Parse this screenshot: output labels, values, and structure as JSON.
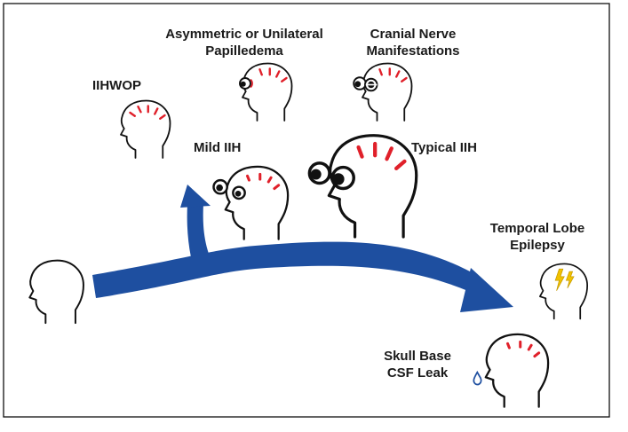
{
  "labels": {
    "iihwop": "IIHWOP",
    "asym_line1": "Asymmetric or Unilateral",
    "asym_line2": "Papilledema",
    "cranial_line1": "Cranial Nerve",
    "cranial_line2": "Manifestations",
    "mild": "Mild IIH",
    "typical": "Typical IIH",
    "temporal_line1": "Temporal Lobe",
    "temporal_line2": "Epilepsy",
    "skull_line1": "Skull Base",
    "skull_line2": "CSF Leak"
  },
  "colors": {
    "arrow": "#1e4fa0",
    "rays": "#e0202a",
    "lightning": "#f2c200",
    "tear": "#1e4fa0",
    "frame": "#111111"
  }
}
